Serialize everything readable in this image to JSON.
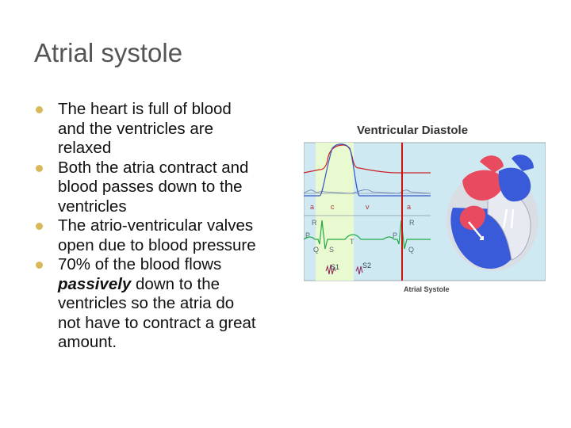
{
  "slide": {
    "title": "Atrial systole",
    "bullets": [
      {
        "lines": [
          "The heart is full of blood",
          "and the ventricles are",
          "relaxed"
        ]
      },
      {
        "lines": [
          "Both the atria contract and",
          "blood passes down to the",
          "ventricles"
        ]
      },
      {
        "lines": [
          "The atrio-ventricular valves",
          "open due to blood pressure"
        ]
      },
      {
        "lines": [
          "70% of the blood flows"
        ],
        "em": "passively",
        "after": " down to the",
        "rest": [
          "ventricles so the atria do",
          "not have to contract a great",
          "amount."
        ]
      }
    ],
    "bullet_color": "#d8b858"
  },
  "figure": {
    "title": "Ventricular Diastole",
    "caption": "Atrial Systole",
    "wave_labels": {
      "a1": "a",
      "c": "c",
      "v": "v",
      "a2": "a",
      "R1": "R",
      "R2": "R",
      "P1": "P",
      "P2": "P",
      "Q1": "Q",
      "Q2": "Q",
      "S": "S",
      "T": "T",
      "S1": "S1",
      "S2": "S2"
    },
    "colors": {
      "background": "#cfe9f3",
      "highlight": "#eafad0",
      "marker": "#cc1111",
      "pressure": "#cc2222",
      "ecg": "#22aa44",
      "sound": "#882255",
      "heart_red": "#e84a5f",
      "heart_blue": "#3a5bd9"
    }
  }
}
